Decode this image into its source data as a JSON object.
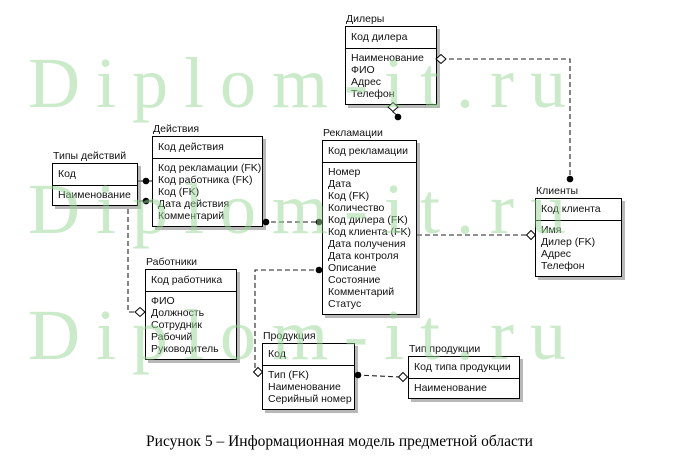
{
  "watermark": {
    "text": "Diplom-it.ru",
    "color": "#d8f0d8"
  },
  "caption": "Рисунок 5 – Информационная модель предметной области",
  "entities": [
    {
      "id": "dealers",
      "title": "Дилеры",
      "keys": [
        "Код дилера"
      ],
      "attrs": [
        "Наименование",
        "ФИО",
        "Адрес",
        "Телефон"
      ]
    },
    {
      "id": "action-types",
      "title": "Типы действий",
      "keys": [
        "Код"
      ],
      "attrs": [
        "Наименование"
      ]
    },
    {
      "id": "actions",
      "title": "Действия",
      "keys": [
        "Код действия"
      ],
      "attrs": [
        "Код рекламации (FK)",
        "Код работника (FK)",
        "Код (FK)",
        "Дата действия",
        "Комментарий"
      ]
    },
    {
      "id": "complaints",
      "title": "Рекламации",
      "keys": [
        "Код рекламации"
      ],
      "attrs": [
        "Номер",
        "Дата",
        "Код (FK)",
        "Количество",
        "Код дилера (FK)",
        "Код клиента (FK)",
        "Дата получения",
        "Дата контроля",
        "Описание",
        "Состояние",
        "Комментарий",
        "Статус"
      ]
    },
    {
      "id": "clients",
      "title": "Клиенты",
      "keys": [
        "Код клиента"
      ],
      "attrs": [
        "Имя",
        "Дилер (FK)",
        "Адрес",
        "Телефон"
      ]
    },
    {
      "id": "workers",
      "title": "Работники",
      "keys": [
        "Код работника"
      ],
      "attrs": [
        "ФИО",
        "Должность",
        "Сотрудник",
        "Рабочий",
        "Руководитель"
      ]
    },
    {
      "id": "products",
      "title": "Продукция",
      "keys": [
        "Код"
      ],
      "attrs": [
        "Тип (FK)",
        "Наименование",
        "Серийный номер"
      ]
    },
    {
      "id": "product-type",
      "title": "Тип продукции",
      "keys": [
        "Код типа продукции"
      ],
      "attrs": [
        "Наименование"
      ]
    }
  ],
  "relationships": [
    {
      "parent": "Дилеры",
      "child": "Клиенты"
    },
    {
      "parent": "Дилеры",
      "child": "Рекламации"
    },
    {
      "parent": "Типы действий",
      "child": "Действия"
    },
    {
      "parent": "Работники",
      "child": "Действия"
    },
    {
      "parent": "Рекламации",
      "child": "Действия"
    },
    {
      "parent": "Продукция",
      "child": "Рекламации"
    },
    {
      "parent": "Клиенты",
      "child": "Рекламации"
    },
    {
      "parent": "Тип продукции",
      "child": "Продукция"
    }
  ]
}
